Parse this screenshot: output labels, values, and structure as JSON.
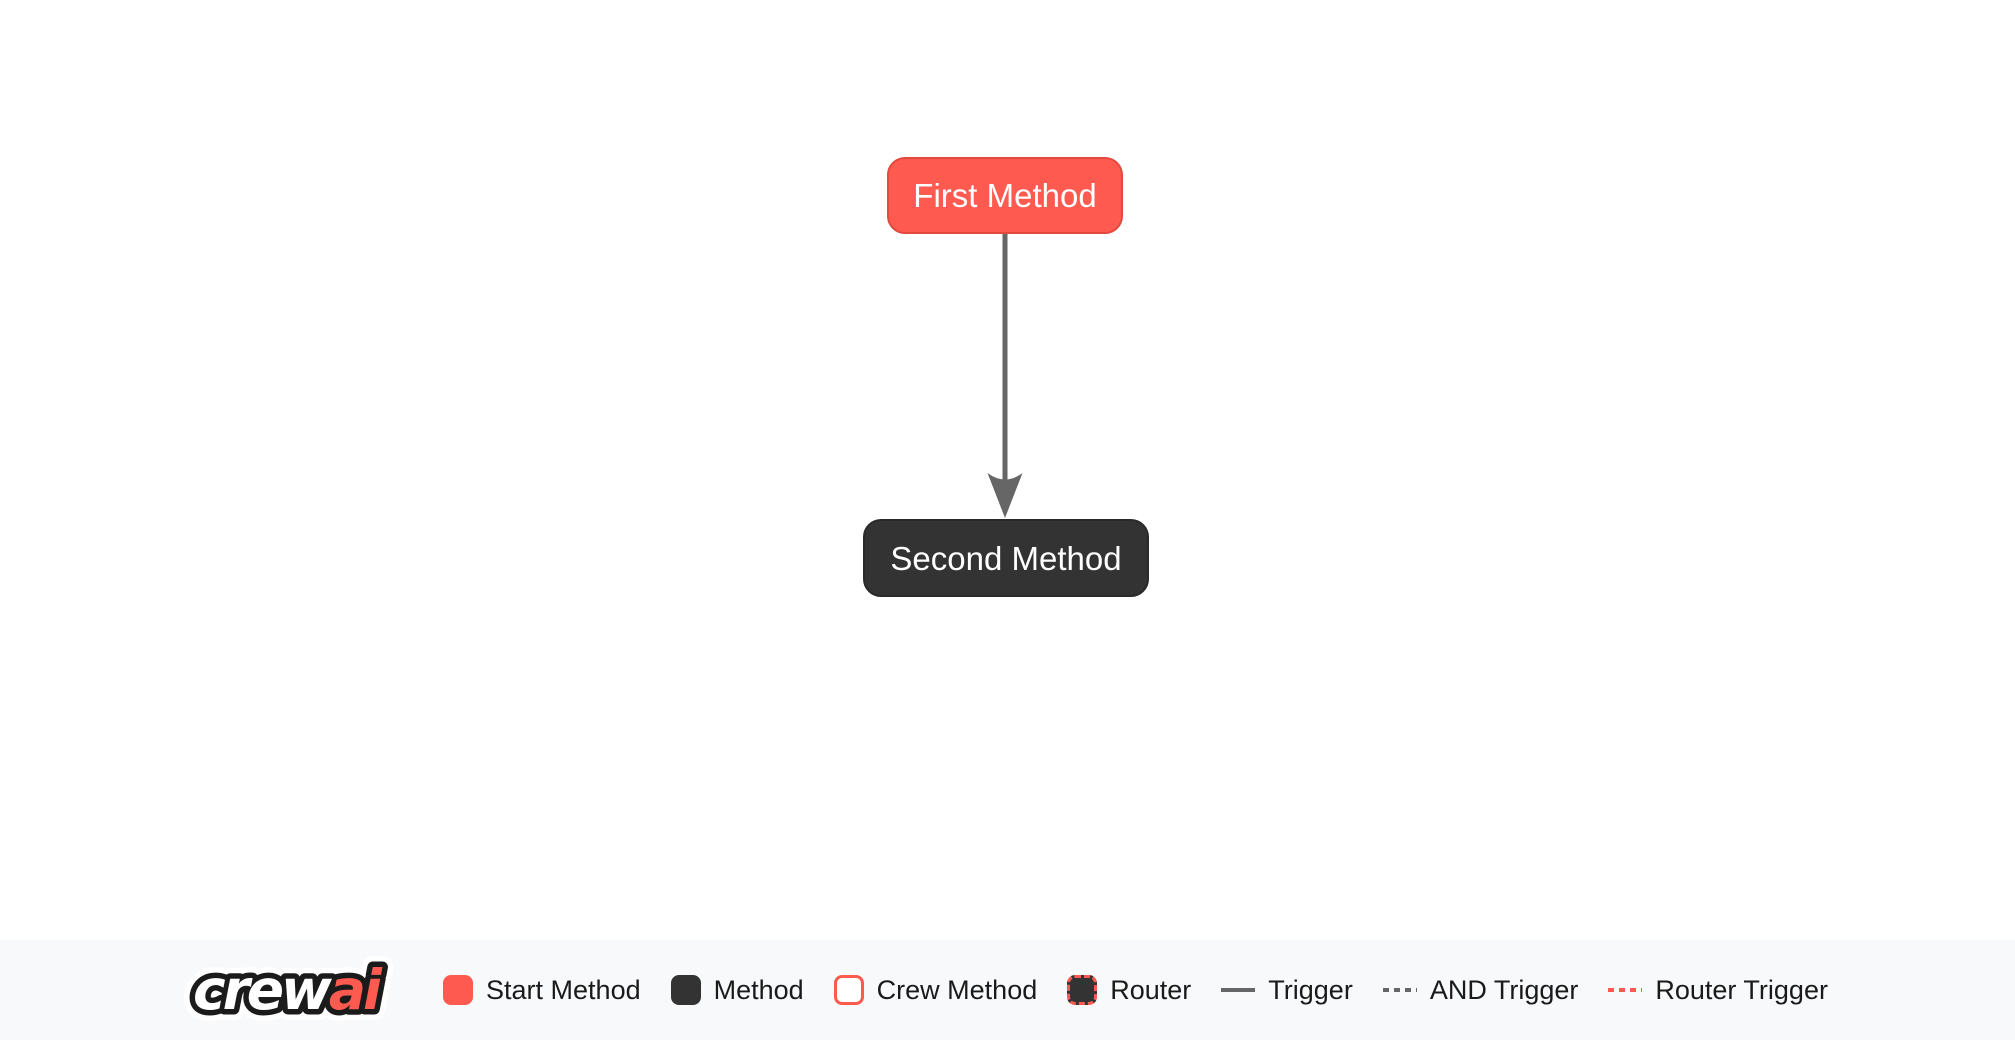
{
  "colors": {
    "page_bg": "#FFFFFF",
    "start": "#FF5A50",
    "method": "#333333",
    "edge": "#666666",
    "node_text": "#FFFFFF",
    "footer_bg": "#F8F9FA",
    "legend_text": "#1A1A1A",
    "logo_outline": "#1B1B1B"
  },
  "diagram": {
    "nodes": [
      {
        "id": "first_method",
        "label": "First Method",
        "type": "start-method"
      },
      {
        "id": "second_method",
        "label": "Second Method",
        "type": "method"
      }
    ],
    "edges": [
      {
        "from": "first_method",
        "to": "second_method",
        "type": "trigger"
      }
    ]
  },
  "footer": {
    "logo": {
      "crew": "crew",
      "ai": "ai"
    },
    "legend": [
      {
        "label": "Start Method",
        "swatch": "start-box"
      },
      {
        "label": "Method",
        "swatch": "method-box"
      },
      {
        "label": "Crew Method",
        "swatch": "crew-box"
      },
      {
        "label": "Router",
        "swatch": "router-box"
      },
      {
        "label": "Trigger",
        "swatch": "solid-line"
      },
      {
        "label": "AND Trigger",
        "swatch": "dashed-line"
      },
      {
        "label": "Router Trigger",
        "swatch": "router-dashed-line"
      }
    ]
  }
}
